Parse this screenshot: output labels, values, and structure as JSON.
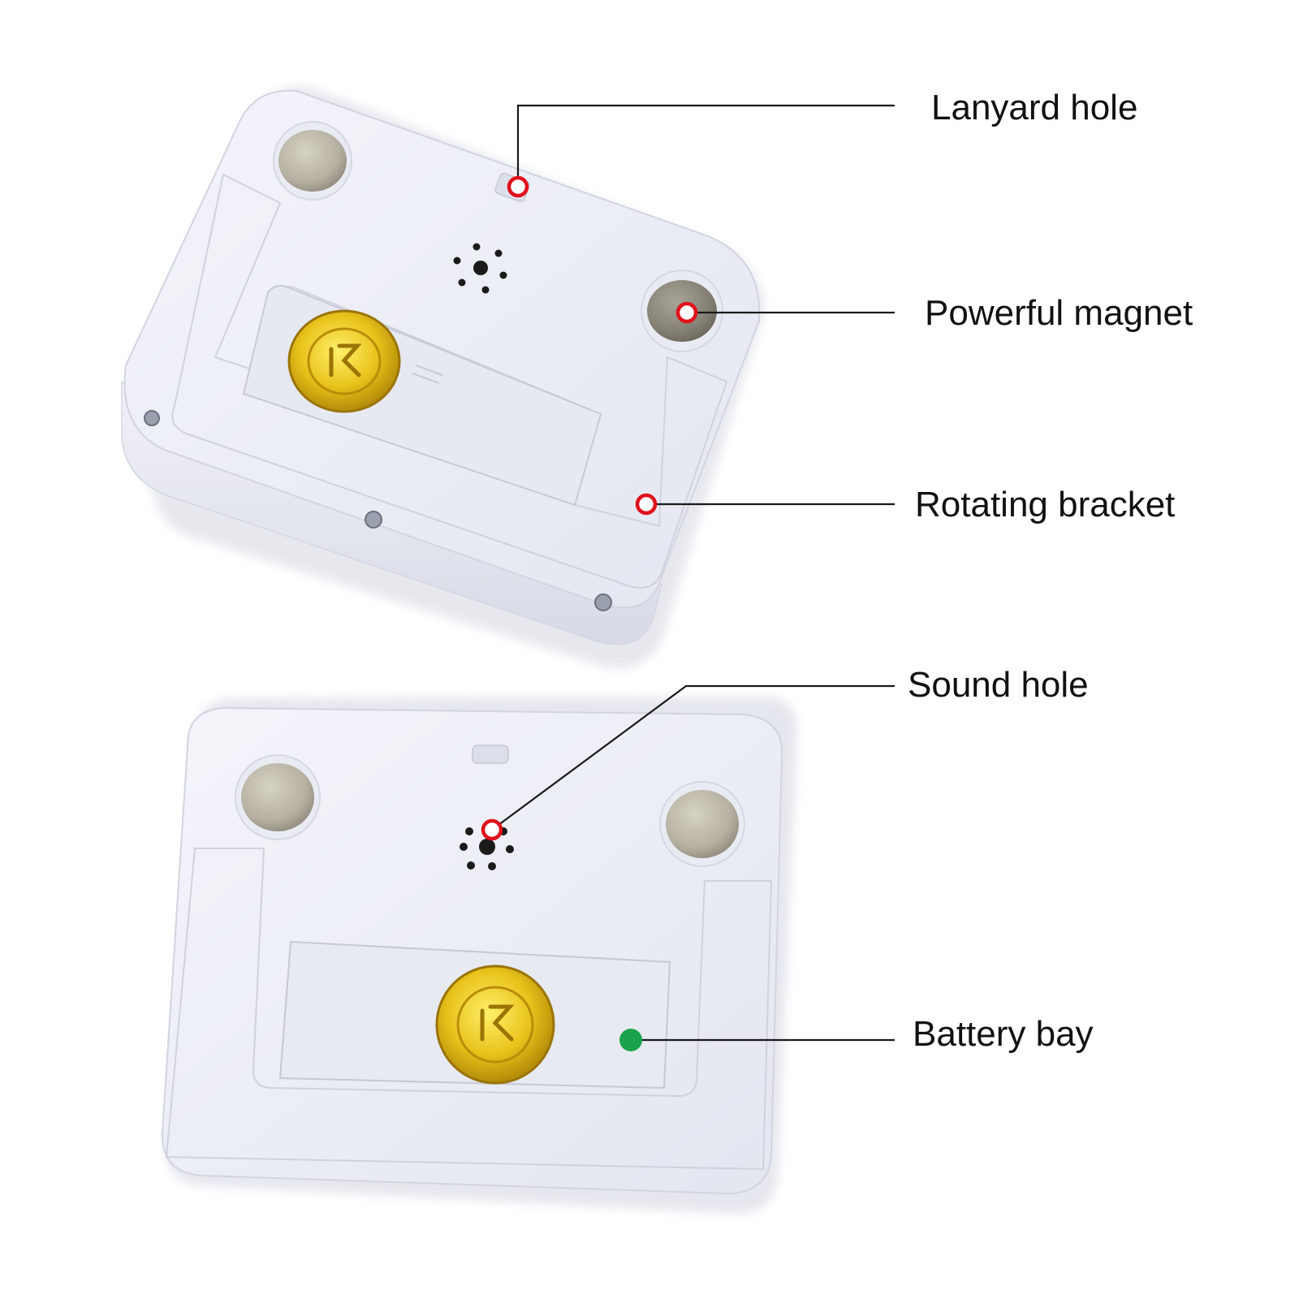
{
  "callouts": [
    {
      "id": "lanyard-hole",
      "label": "Lanyard hole",
      "marker": "red-ring"
    },
    {
      "id": "powerful-magnet",
      "label": "Powerful magnet",
      "marker": "red-ring"
    },
    {
      "id": "rotating-bracket",
      "label": "Rotating bracket",
      "marker": "red-ring"
    },
    {
      "id": "sound-hole",
      "label": "Sound hole",
      "marker": "red-ring"
    },
    {
      "id": "battery-bay",
      "label": "Battery bay",
      "marker": "green-dot"
    }
  ],
  "colors": {
    "marker_ring": "#e0101a",
    "marker_dot": "#1aa34a",
    "leader": "#1a1a1a",
    "device_body": "#eef0f8",
    "magnet": "#b9b4a6",
    "seal": "#e0b10a"
  }
}
